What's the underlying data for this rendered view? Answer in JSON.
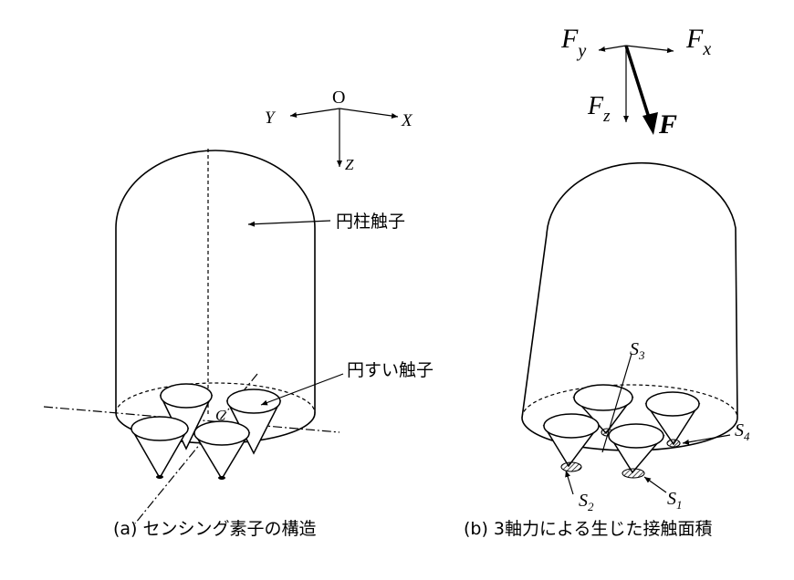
{
  "left_panel": {
    "caption": "(a) センシング素子の構造",
    "axes": {
      "origin": "O",
      "x": "X",
      "y": "Y",
      "z": "Z"
    },
    "label_cylinder": "円柱触子",
    "label_cone": "円すい触子",
    "center_label": "C"
  },
  "right_panel": {
    "caption": "(b) 3軸力による生じた接触面積",
    "forces": {
      "fy": "F",
      "fy_sub": "y",
      "fx": "F",
      "fx_sub": "x",
      "fz": "F",
      "fz_sub": "z",
      "f": "F"
    },
    "areas": [
      {
        "base": "S",
        "sub": "1"
      },
      {
        "base": "S",
        "sub": "2"
      },
      {
        "base": "S",
        "sub": "3"
      },
      {
        "base": "S",
        "sub": "4"
      }
    ]
  }
}
